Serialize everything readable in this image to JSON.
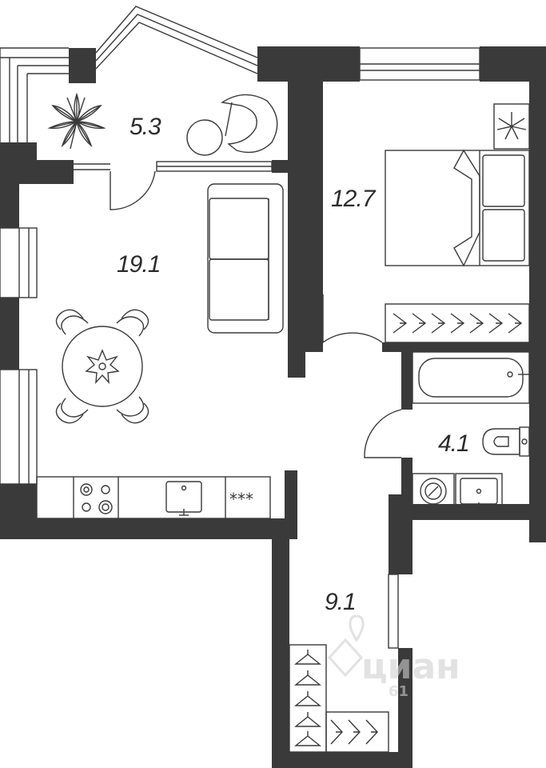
{
  "rooms": {
    "loggia": {
      "area": "5.3"
    },
    "living_kitchen": {
      "area": "19.1"
    },
    "bedroom": {
      "area": "12.7"
    },
    "bathroom": {
      "area": "4.1"
    },
    "hallway": {
      "area": "9.1"
    }
  },
  "kitchen": {
    "fridge_symbol": "***"
  },
  "watermark": {
    "text": "циан",
    "number": "61"
  },
  "colors": {
    "wall": "#3a3a3a",
    "background": "#ffffff",
    "line": "#3a3a3a",
    "watermark": "#cfcfcf"
  }
}
